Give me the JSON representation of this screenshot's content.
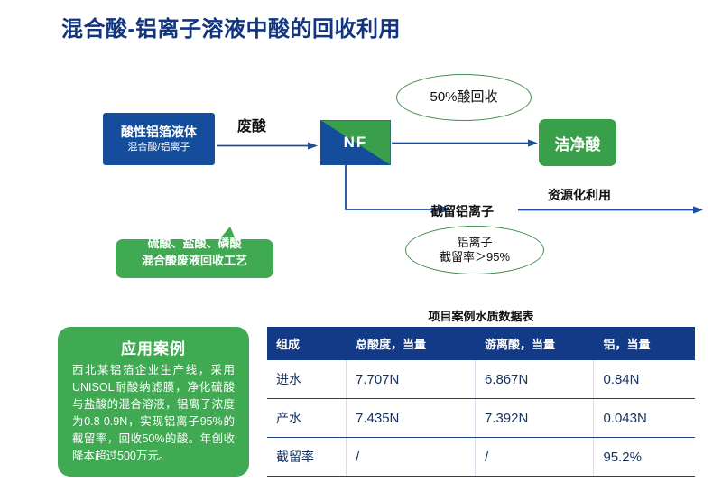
{
  "page": {
    "title": "混合酸-铝离子溶液中酸的回收利用"
  },
  "diagram": {
    "source_box": {
      "line1": "酸性铝箔液体",
      "line2": "混合酸/铝离子"
    },
    "waste_acid_label": "废酸",
    "nf_unit": {
      "label": "NF"
    },
    "clean_acid_box": "洁净酸",
    "ellipse_top": "50%酸回收",
    "ellipse_bottom": {
      "line1": "铝离子",
      "line2": "截留率＞95%"
    },
    "retained_label": "截留铝离子",
    "resource_label": "资源化利用",
    "callout": {
      "line1": "硫酸、盐酸、磷酸",
      "line2": "混合酸废液回收工艺"
    }
  },
  "case_panel": {
    "title": "应用案例",
    "body": "西北某铝箔企业生产线，采用UNISOL耐酸纳滤膜，净化硫酸与盐酸的混合溶液，铝离子浓度为0.8-0.9N，实现铝离子95%的截留率，回收50%的酸。年创收降本超过500万元。"
  },
  "table": {
    "title": "项目案例水质数据表",
    "headers": [
      "组成",
      "总酸度，当量",
      "游离酸，当量",
      "铝，当量"
    ],
    "rows": [
      {
        "name": "进水",
        "total_acid": "7.707N",
        "free_acid": "6.867N",
        "aluminum": "0.84N"
      },
      {
        "name": "产水",
        "total_acid": "7.435N",
        "free_acid": "7.392N",
        "aluminum": "0.043N"
      },
      {
        "name": "截留率",
        "total_acid": "/",
        "free_acid": "/",
        "aluminum": "95.2%"
      }
    ]
  },
  "colors": {
    "title_blue": "#12357f",
    "box_blue": "#134d9c",
    "header_blue": "#123a86",
    "green": "#3faa52",
    "clean_green": "#3a9f4a",
    "ellipse_green": "#3f8f4f",
    "arrow_blue": "#1f4e9c"
  }
}
